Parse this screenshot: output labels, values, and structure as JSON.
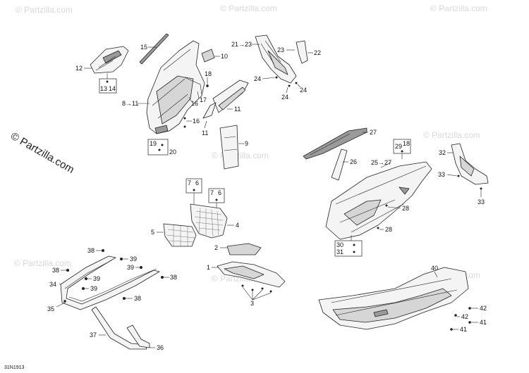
{
  "watermark": {
    "main": "© Partzilla.com",
    "faint": "© Partzilla.com"
  },
  "diagram_code": "31N1913",
  "labels": {
    "l1": "1",
    "l2": "2",
    "l3": "3",
    "l4": "4",
    "l5": "5",
    "l6a": "6",
    "l6b": "6",
    "l7a": "7",
    "l7b": "7",
    "l8_11": "8→11",
    "l9": "9",
    "l10": "10",
    "l11a": "11",
    "l11b": "11",
    "l12": "12",
    "l13_14a": "13",
    "l13_14b": "14",
    "l15": "15",
    "l16a": "16",
    "l16b": "16",
    "l17": "17",
    "l18a": "18",
    "l18b": "18",
    "l19": "19",
    "l20": "20",
    "l21_23": "21→23",
    "l22": "22",
    "l23": "23",
    "l24a": "24",
    "l24b": "24",
    "l24c": "24",
    "l25_27": "25→27",
    "l26": "26",
    "l27": "27",
    "l28a": "28",
    "l28b": "28",
    "l29": "29",
    "l30": "30",
    "l31": "31",
    "l32": "32",
    "l33a": "33",
    "l33b": "33",
    "l34": "34",
    "l35": "35",
    "l36": "36",
    "l37": "37",
    "l38a": "38",
    "l38b": "38",
    "l38c": "38",
    "l38d": "38",
    "l39a": "39",
    "l39b": "39",
    "l39c": "39",
    "l39d": "39",
    "l40": "40",
    "l41a": "41",
    "l41b": "41",
    "l42a": "42",
    "l42b": "42"
  }
}
